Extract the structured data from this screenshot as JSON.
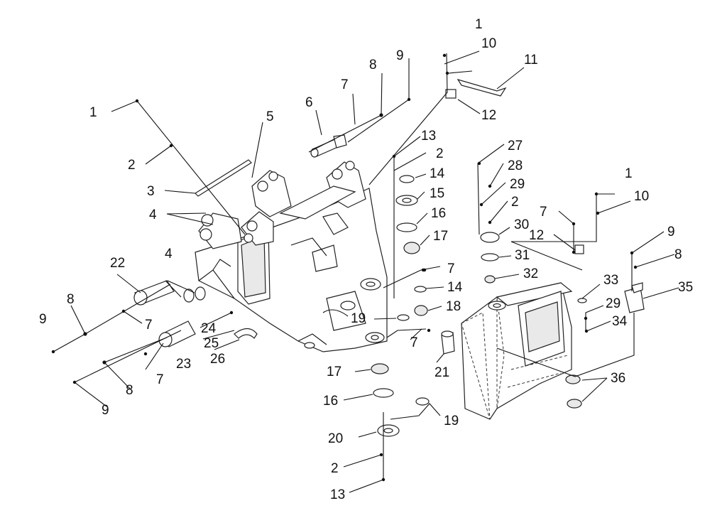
{
  "diagram": {
    "callouts": [
      {
        "id": "c1a",
        "label": "1"
      },
      {
        "id": "c10a",
        "label": "10"
      },
      {
        "id": "c11",
        "label": "11"
      },
      {
        "id": "c12a",
        "label": "12"
      },
      {
        "id": "c9a",
        "label": "9"
      },
      {
        "id": "c8a",
        "label": "8"
      },
      {
        "id": "c7a",
        "label": "7"
      },
      {
        "id": "c6",
        "label": "6"
      },
      {
        "id": "c5",
        "label": "5"
      },
      {
        "id": "c1b",
        "label": "1"
      },
      {
        "id": "c2a",
        "label": "2"
      },
      {
        "id": "c3",
        "label": "3"
      },
      {
        "id": "c4a",
        "label": "4"
      },
      {
        "id": "c4b",
        "label": "4"
      },
      {
        "id": "c22",
        "label": "22"
      },
      {
        "id": "c8b",
        "label": "8"
      },
      {
        "id": "c9b",
        "label": "9"
      },
      {
        "id": "c7b",
        "label": "7"
      },
      {
        "id": "c23",
        "label": "23"
      },
      {
        "id": "c7c",
        "label": "7"
      },
      {
        "id": "c8c",
        "label": "8"
      },
      {
        "id": "c9c",
        "label": "9"
      },
      {
        "id": "c24",
        "label": "24"
      },
      {
        "id": "c25",
        "label": "25"
      },
      {
        "id": "c26",
        "label": "26"
      },
      {
        "id": "c13a",
        "label": "13"
      },
      {
        "id": "c2b",
        "label": "2"
      },
      {
        "id": "c14a",
        "label": "14"
      },
      {
        "id": "c15",
        "label": "15"
      },
      {
        "id": "c16a",
        "label": "16"
      },
      {
        "id": "c17a",
        "label": "17"
      },
      {
        "id": "c7d",
        "label": "7"
      },
      {
        "id": "c14b",
        "label": "14"
      },
      {
        "id": "c18",
        "label": "18"
      },
      {
        "id": "c19a",
        "label": "19"
      },
      {
        "id": "c7e",
        "label": "7"
      },
      {
        "id": "c21",
        "label": "21"
      },
      {
        "id": "c17b",
        "label": "17"
      },
      {
        "id": "c16b",
        "label": "16"
      },
      {
        "id": "c19b",
        "label": "19"
      },
      {
        "id": "c20",
        "label": "20"
      },
      {
        "id": "c2c",
        "label": "2"
      },
      {
        "id": "c13b",
        "label": "13"
      },
      {
        "id": "c27",
        "label": "27"
      },
      {
        "id": "c28",
        "label": "28"
      },
      {
        "id": "c29a",
        "label": "29"
      },
      {
        "id": "c2d",
        "label": "2"
      },
      {
        "id": "c30",
        "label": "30"
      },
      {
        "id": "c31",
        "label": "31"
      },
      {
        "id": "c32",
        "label": "32"
      },
      {
        "id": "c1c",
        "label": "1"
      },
      {
        "id": "c10b",
        "label": "10"
      },
      {
        "id": "c7f",
        "label": "7"
      },
      {
        "id": "c12b",
        "label": "12"
      },
      {
        "id": "c9d",
        "label": "9"
      },
      {
        "id": "c8d",
        "label": "8"
      },
      {
        "id": "c33",
        "label": "33"
      },
      {
        "id": "c35",
        "label": "35"
      },
      {
        "id": "c29b",
        "label": "29"
      },
      {
        "id": "c34",
        "label": "34"
      },
      {
        "id": "c36",
        "label": "36"
      }
    ]
  }
}
